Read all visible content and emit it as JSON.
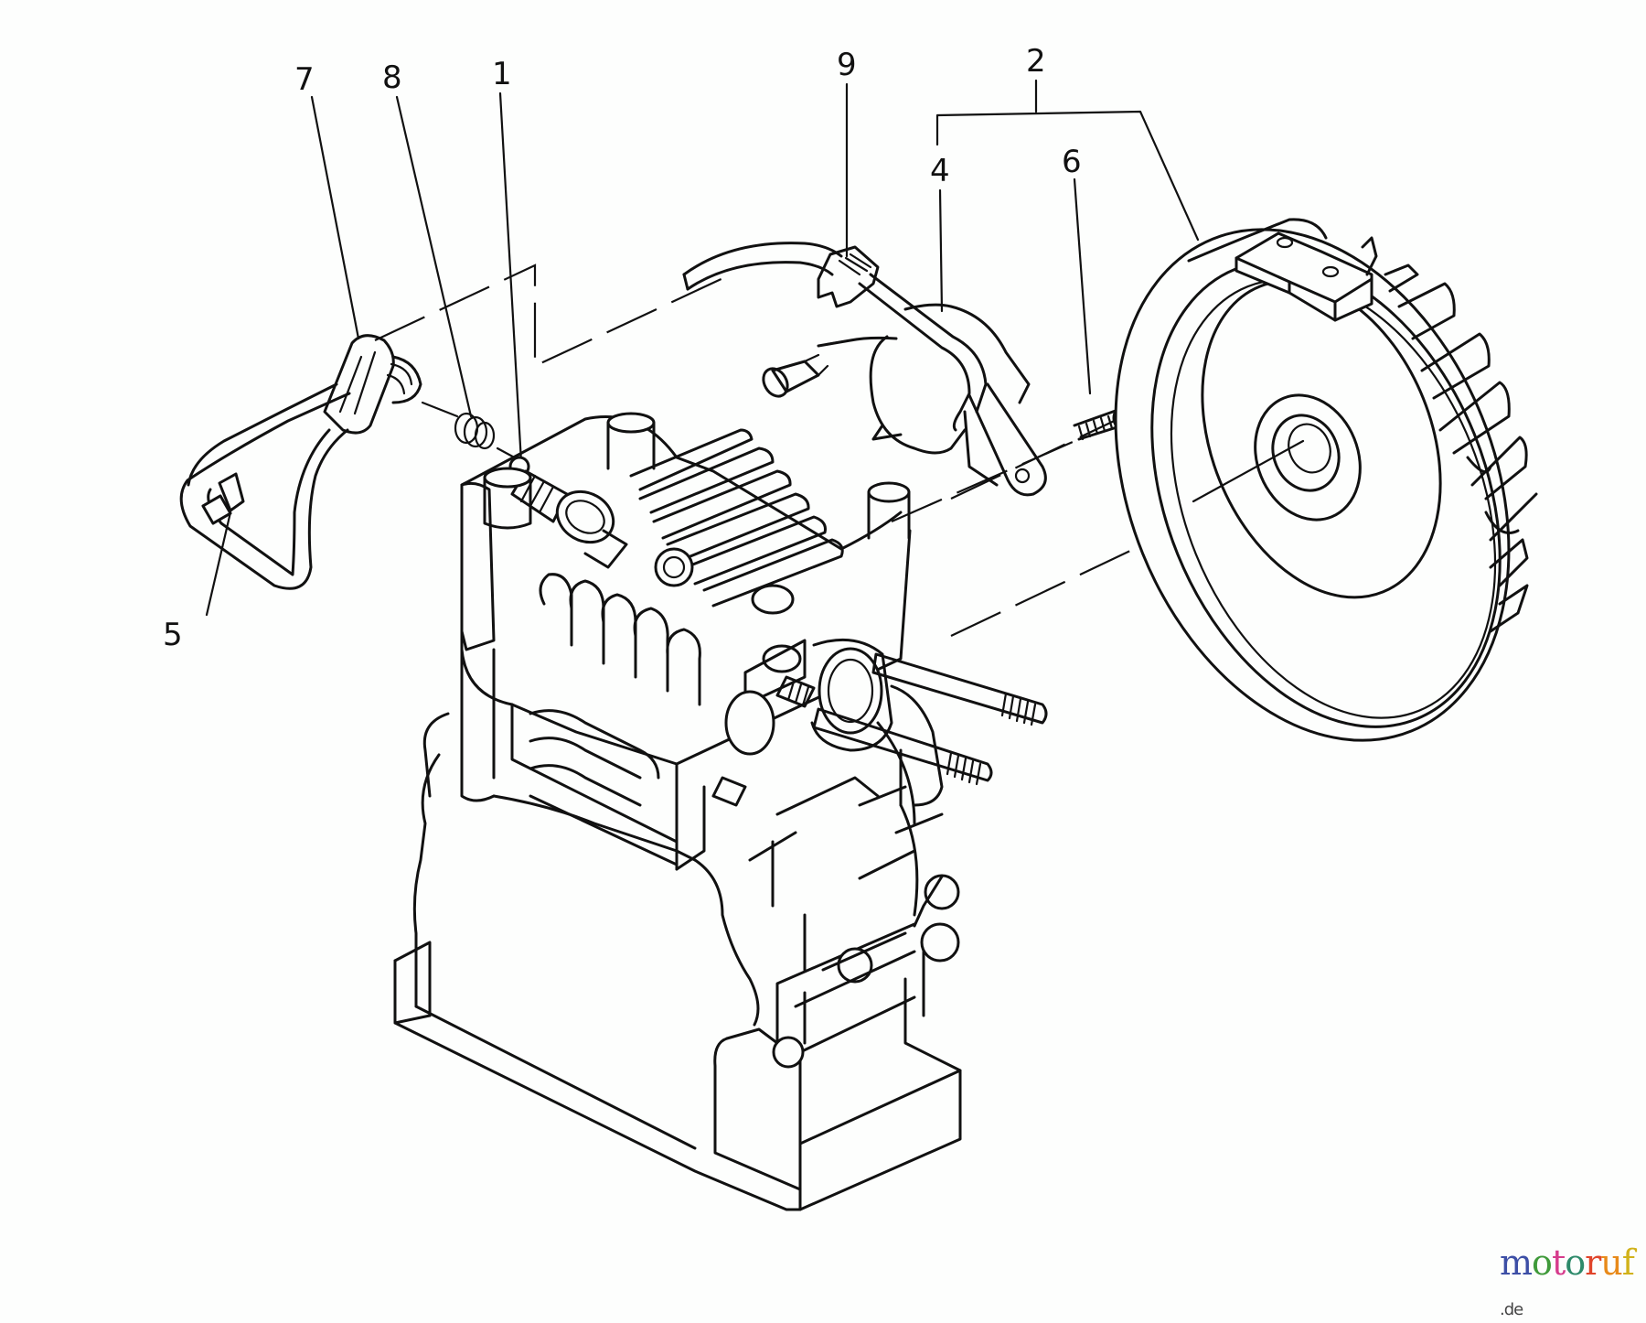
{
  "diagram": {
    "type": "exploded-parts-diagram",
    "subject": "engine ignition assembly",
    "callouts": [
      {
        "id": "1",
        "label": "1",
        "part": "spark plug"
      },
      {
        "id": "2",
        "label": "2",
        "part": "flywheel / ignition group"
      },
      {
        "id": "4",
        "label": "4",
        "part": "ignition coil"
      },
      {
        "id": "5",
        "label": "5",
        "part": "ignition lead"
      },
      {
        "id": "6",
        "label": "6",
        "part": "screw"
      },
      {
        "id": "7",
        "label": "7",
        "part": "spark plug boot"
      },
      {
        "id": "8",
        "label": "8",
        "part": "spring"
      },
      {
        "id": "9",
        "label": "9",
        "part": "wire clip"
      }
    ]
  },
  "watermark": {
    "letters": [
      "m",
      "o",
      "t",
      "o",
      "r",
      "u",
      "f"
    ],
    "colors": [
      "#3d4fa6",
      "#3f9a3a",
      "#d63b8c",
      "#2d8a6a",
      "#e0442a",
      "#e88a1a",
      "#d1b21a"
    ],
    "suffix": ".de"
  }
}
